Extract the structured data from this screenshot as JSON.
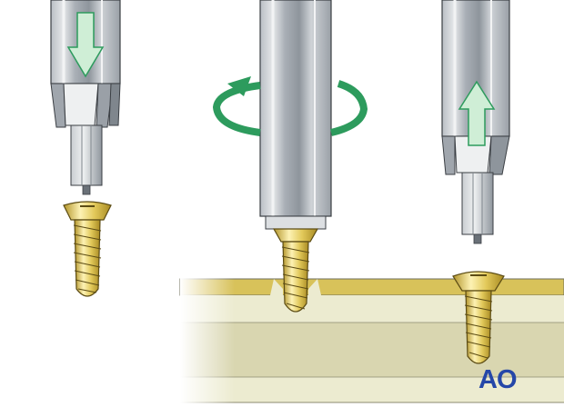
{
  "logo": {
    "text": "AO"
  },
  "colors": {
    "shaft_light": "#dcdfe2",
    "shaft_mid": "#b3b8be",
    "shaft_dark": "#8e959c",
    "outline": "#3b3f44",
    "screw_light": "#fdf2b4",
    "screw_mid": "#e2c95a",
    "screw_dark": "#b3952a",
    "bone_cortex": "#d8c25a",
    "bone_layer_light": "#ecebd0",
    "bone_layer_mid": "#d9d6b0",
    "rotation_arrow": "#2d9b5d",
    "push_arrow": "#cfeed6",
    "logo": "#2547a8"
  },
  "steps": [
    {
      "id": "step-1",
      "action": "push-down",
      "arrow_icon": "arrow-down-icon"
    },
    {
      "id": "step-2",
      "action": "rotate",
      "arrow_icon": "rotation-arrow-icon"
    },
    {
      "id": "step-3",
      "action": "pull-up",
      "arrow_icon": "arrow-up-icon"
    }
  ]
}
